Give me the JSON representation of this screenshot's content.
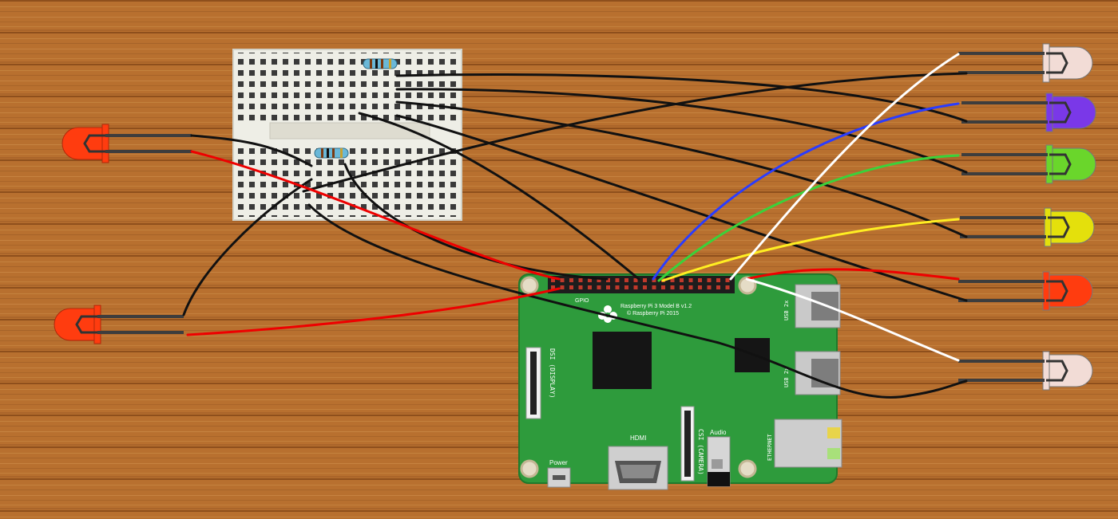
{
  "board": {
    "model_line1": "Raspberry Pi 3 Model B v1.2",
    "model_line2": "© Raspberry Pi 2015",
    "gpio": "GPIO",
    "dsi": "DSI (DISPLAY)",
    "csi": "CSI (CAMERA)",
    "audio": "Audio",
    "hdmi": "HDMI",
    "power": "Power",
    "usb_top": "USB 2x",
    "usb_bottom": "USB 2x",
    "ethernet": "ETHERNET"
  },
  "colors": {
    "wood": "#b8702f",
    "wood_dark": "#8e4f1c",
    "board_green": "#2e9b3c",
    "breadboard": "#eeeee6",
    "led_red": "#ff3c0f",
    "led_white": "#f2dcd6",
    "led_purple": "#7a38e8",
    "led_green": "#6ad62b",
    "led_yellow": "#e4e00c",
    "wire_black": "#111111",
    "wire_red": "#ee0000",
    "wire_blue": "#2a3cff",
    "wire_green": "#3ad23a",
    "wire_yellow": "#ffee22",
    "wire_white": "#ffffff"
  },
  "leds": [
    {
      "id": "left-top",
      "color": "red"
    },
    {
      "id": "left-bottom",
      "color": "red"
    },
    {
      "id": "right-1",
      "color": "white"
    },
    {
      "id": "right-2",
      "color": "purple"
    },
    {
      "id": "right-3",
      "color": "green"
    },
    {
      "id": "right-4",
      "color": "yellow"
    },
    {
      "id": "right-5",
      "color": "red"
    },
    {
      "id": "right-6",
      "color": "white"
    }
  ]
}
